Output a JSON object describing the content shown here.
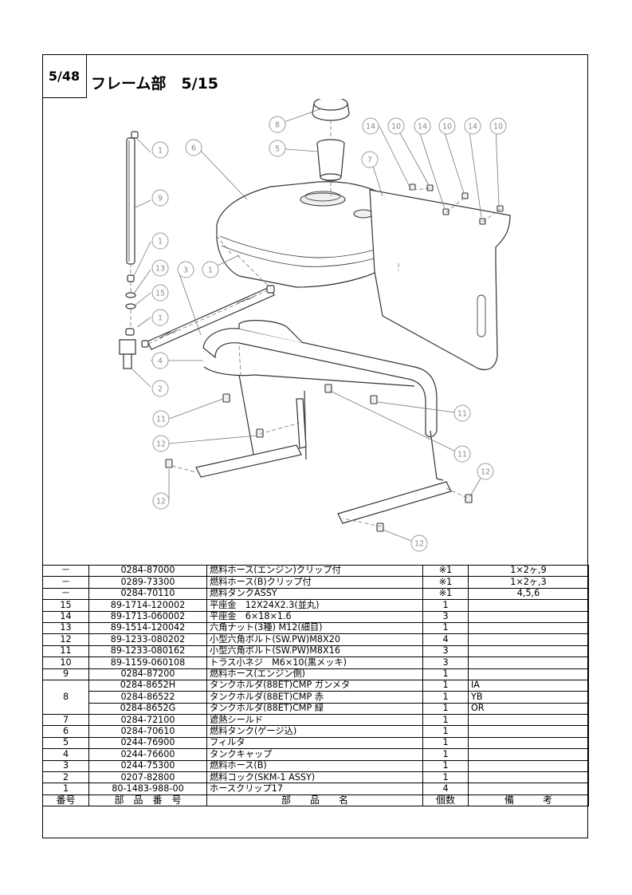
{
  "page_number": "5/48",
  "title": "フレーム部　5/15",
  "callouts": [
    "1",
    "1",
    "1",
    "1",
    "2",
    "3",
    "4",
    "5",
    "6",
    "7",
    "8",
    "9",
    "10",
    "10",
    "10",
    "11",
    "11",
    "11",
    "12",
    "12",
    "12",
    "12",
    "13",
    "14",
    "14",
    "14",
    "15"
  ],
  "table": {
    "header": {
      "no": "番号",
      "part_no": "部　品　番　号",
      "name": "部　　品　　名",
      "qty": "個数",
      "remarks": "備　　　考"
    },
    "rows": [
      {
        "no": "－",
        "part_no": "0284-87000",
        "name": "燃料ホース(エンジン)クリップ付",
        "qty": "※1",
        "remarks": "1×2ヶ,9",
        "remarks_center": true
      },
      {
        "no": "－",
        "part_no": "0289-73300",
        "name": "燃料ホース(B)クリップ付",
        "qty": "※1",
        "remarks": "1×2ヶ,3",
        "remarks_center": true
      },
      {
        "no": "－",
        "part_no": "0284-70110",
        "name": "燃料タンクASSY",
        "qty": "※1",
        "remarks": "4,5,6",
        "remarks_center": true
      },
      {
        "no": "15",
        "part_no": "89-1714-120002",
        "name": "平座金　12X24X2.3(並丸)",
        "qty": "1",
        "remarks": ""
      },
      {
        "no": "14",
        "part_no": "89-1713-060002",
        "name": "平座金　6×18×1.6",
        "qty": "3",
        "remarks": ""
      },
      {
        "no": "13",
        "part_no": "89-1514-120042",
        "name": "六角ナット(3種) M12(細目)",
        "qty": "1",
        "remarks": ""
      },
      {
        "no": "12",
        "part_no": "89-1233-080202",
        "name": "小型六角ボルト(SW.PW)M8X20",
        "qty": "4",
        "remarks": ""
      },
      {
        "no": "11",
        "part_no": "89-1233-080162",
        "name": "小型六角ボルト(SW.PW)M8X16",
        "qty": "3",
        "remarks": ""
      },
      {
        "no": "10",
        "part_no": "89-1159-060108",
        "name": "トラス小ネジ　M6×10(黒メッキ)",
        "qty": "3",
        "remarks": ""
      },
      {
        "no": "9",
        "part_no": "0284-87200",
        "name": "燃料ホース(エンジン側)",
        "qty": "1",
        "remarks": ""
      },
      {
        "no": "8",
        "part_no": "0284-8652H",
        "name": "タンクホルダ(88ET)CMP ガンメタ",
        "qty": "1",
        "remarks": "IA",
        "group_start": true
      },
      {
        "no": "",
        "part_no": "0284-86522",
        "name": "タンクホルダ(88ET)CMP 赤",
        "qty": "1",
        "remarks": "YB",
        "group_cont": true
      },
      {
        "no": "",
        "part_no": "0284-8652G",
        "name": "タンクホルダ(88ET)CMP 緑",
        "qty": "1",
        "remarks": "OR",
        "group_cont": true
      },
      {
        "no": "7",
        "part_no": "0284-72100",
        "name": "遮熱シールド",
        "qty": "1",
        "remarks": ""
      },
      {
        "no": "6",
        "part_no": "0284-70610",
        "name": "燃料タンク(ゲージ込)",
        "qty": "1",
        "remarks": ""
      },
      {
        "no": "5",
        "part_no": "0244-76900",
        "name": "フィルタ",
        "qty": "1",
        "remarks": ""
      },
      {
        "no": "4",
        "part_no": "0244-76600",
        "name": "タンクキャップ",
        "qty": "1",
        "remarks": ""
      },
      {
        "no": "3",
        "part_no": "0244-75300",
        "name": "燃料ホース(B)",
        "qty": "1",
        "remarks": ""
      },
      {
        "no": "2",
        "part_no": "0207-82800",
        "name": "燃料コック(SKM-1 ASSY)",
        "qty": "1",
        "remarks": ""
      },
      {
        "no": "1",
        "part_no": "80-1483-988-00",
        "name": "ホースクリップ17",
        "qty": "4",
        "remarks": ""
      }
    ]
  }
}
